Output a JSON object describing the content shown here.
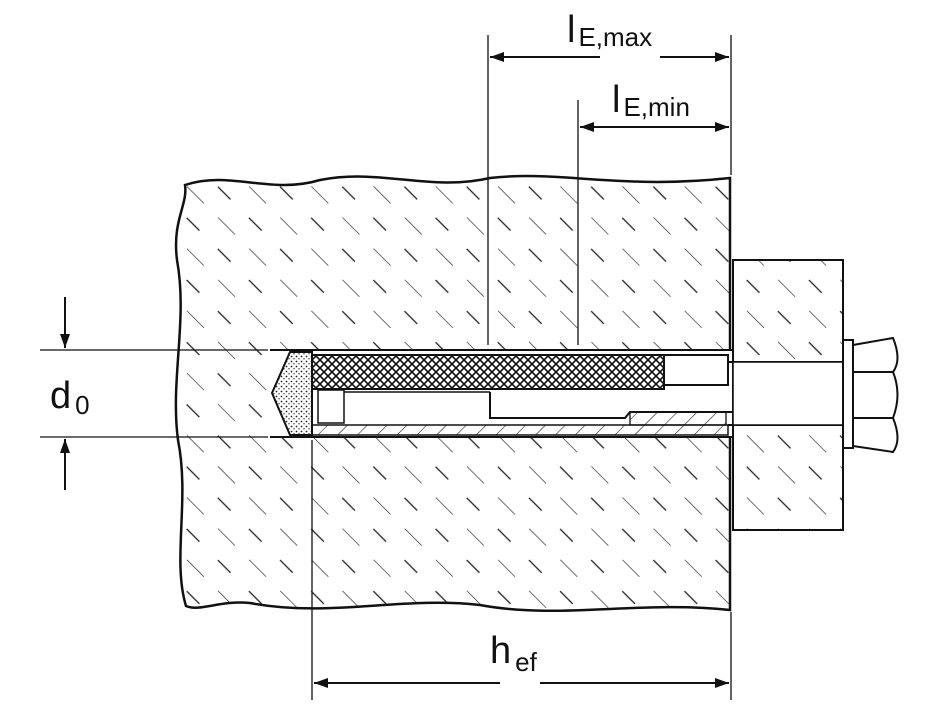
{
  "diagram": {
    "title": "Anchor installation dimensions",
    "labels": {
      "le_max": {
        "main": "l",
        "sub": "E,max"
      },
      "le_min": {
        "main": "l",
        "sub": "E,min"
      },
      "d0": {
        "main": "d",
        "sub": "0"
      },
      "hef": {
        "main": "h",
        "sub": "ef"
      }
    },
    "colors": {
      "line": "#111111",
      "background": "#ffffff"
    }
  }
}
